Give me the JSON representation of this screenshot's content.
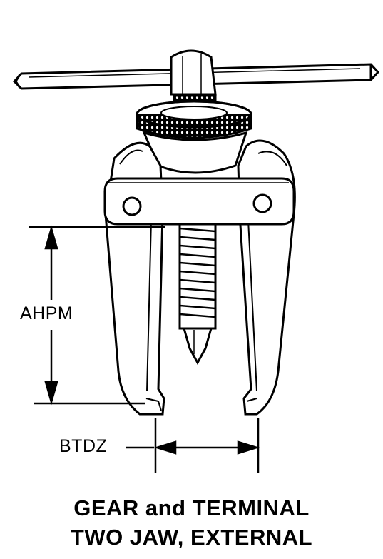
{
  "dimensions": {
    "height_label": "AHPM",
    "width_label": "BTDZ"
  },
  "caption": {
    "line1": "GEAR and TERMINAL",
    "line2": "TWO JAW, EXTERNAL"
  },
  "icons": [
    "gear-puller-illustration",
    "dimension-arrow-icon"
  ]
}
